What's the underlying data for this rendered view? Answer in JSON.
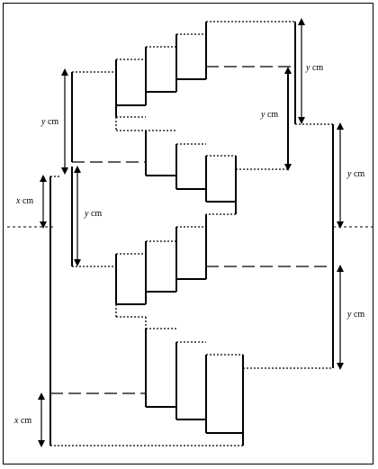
{
  "labels": {
    "y": "y",
    "x": "x",
    "unit": "cm"
  }
}
